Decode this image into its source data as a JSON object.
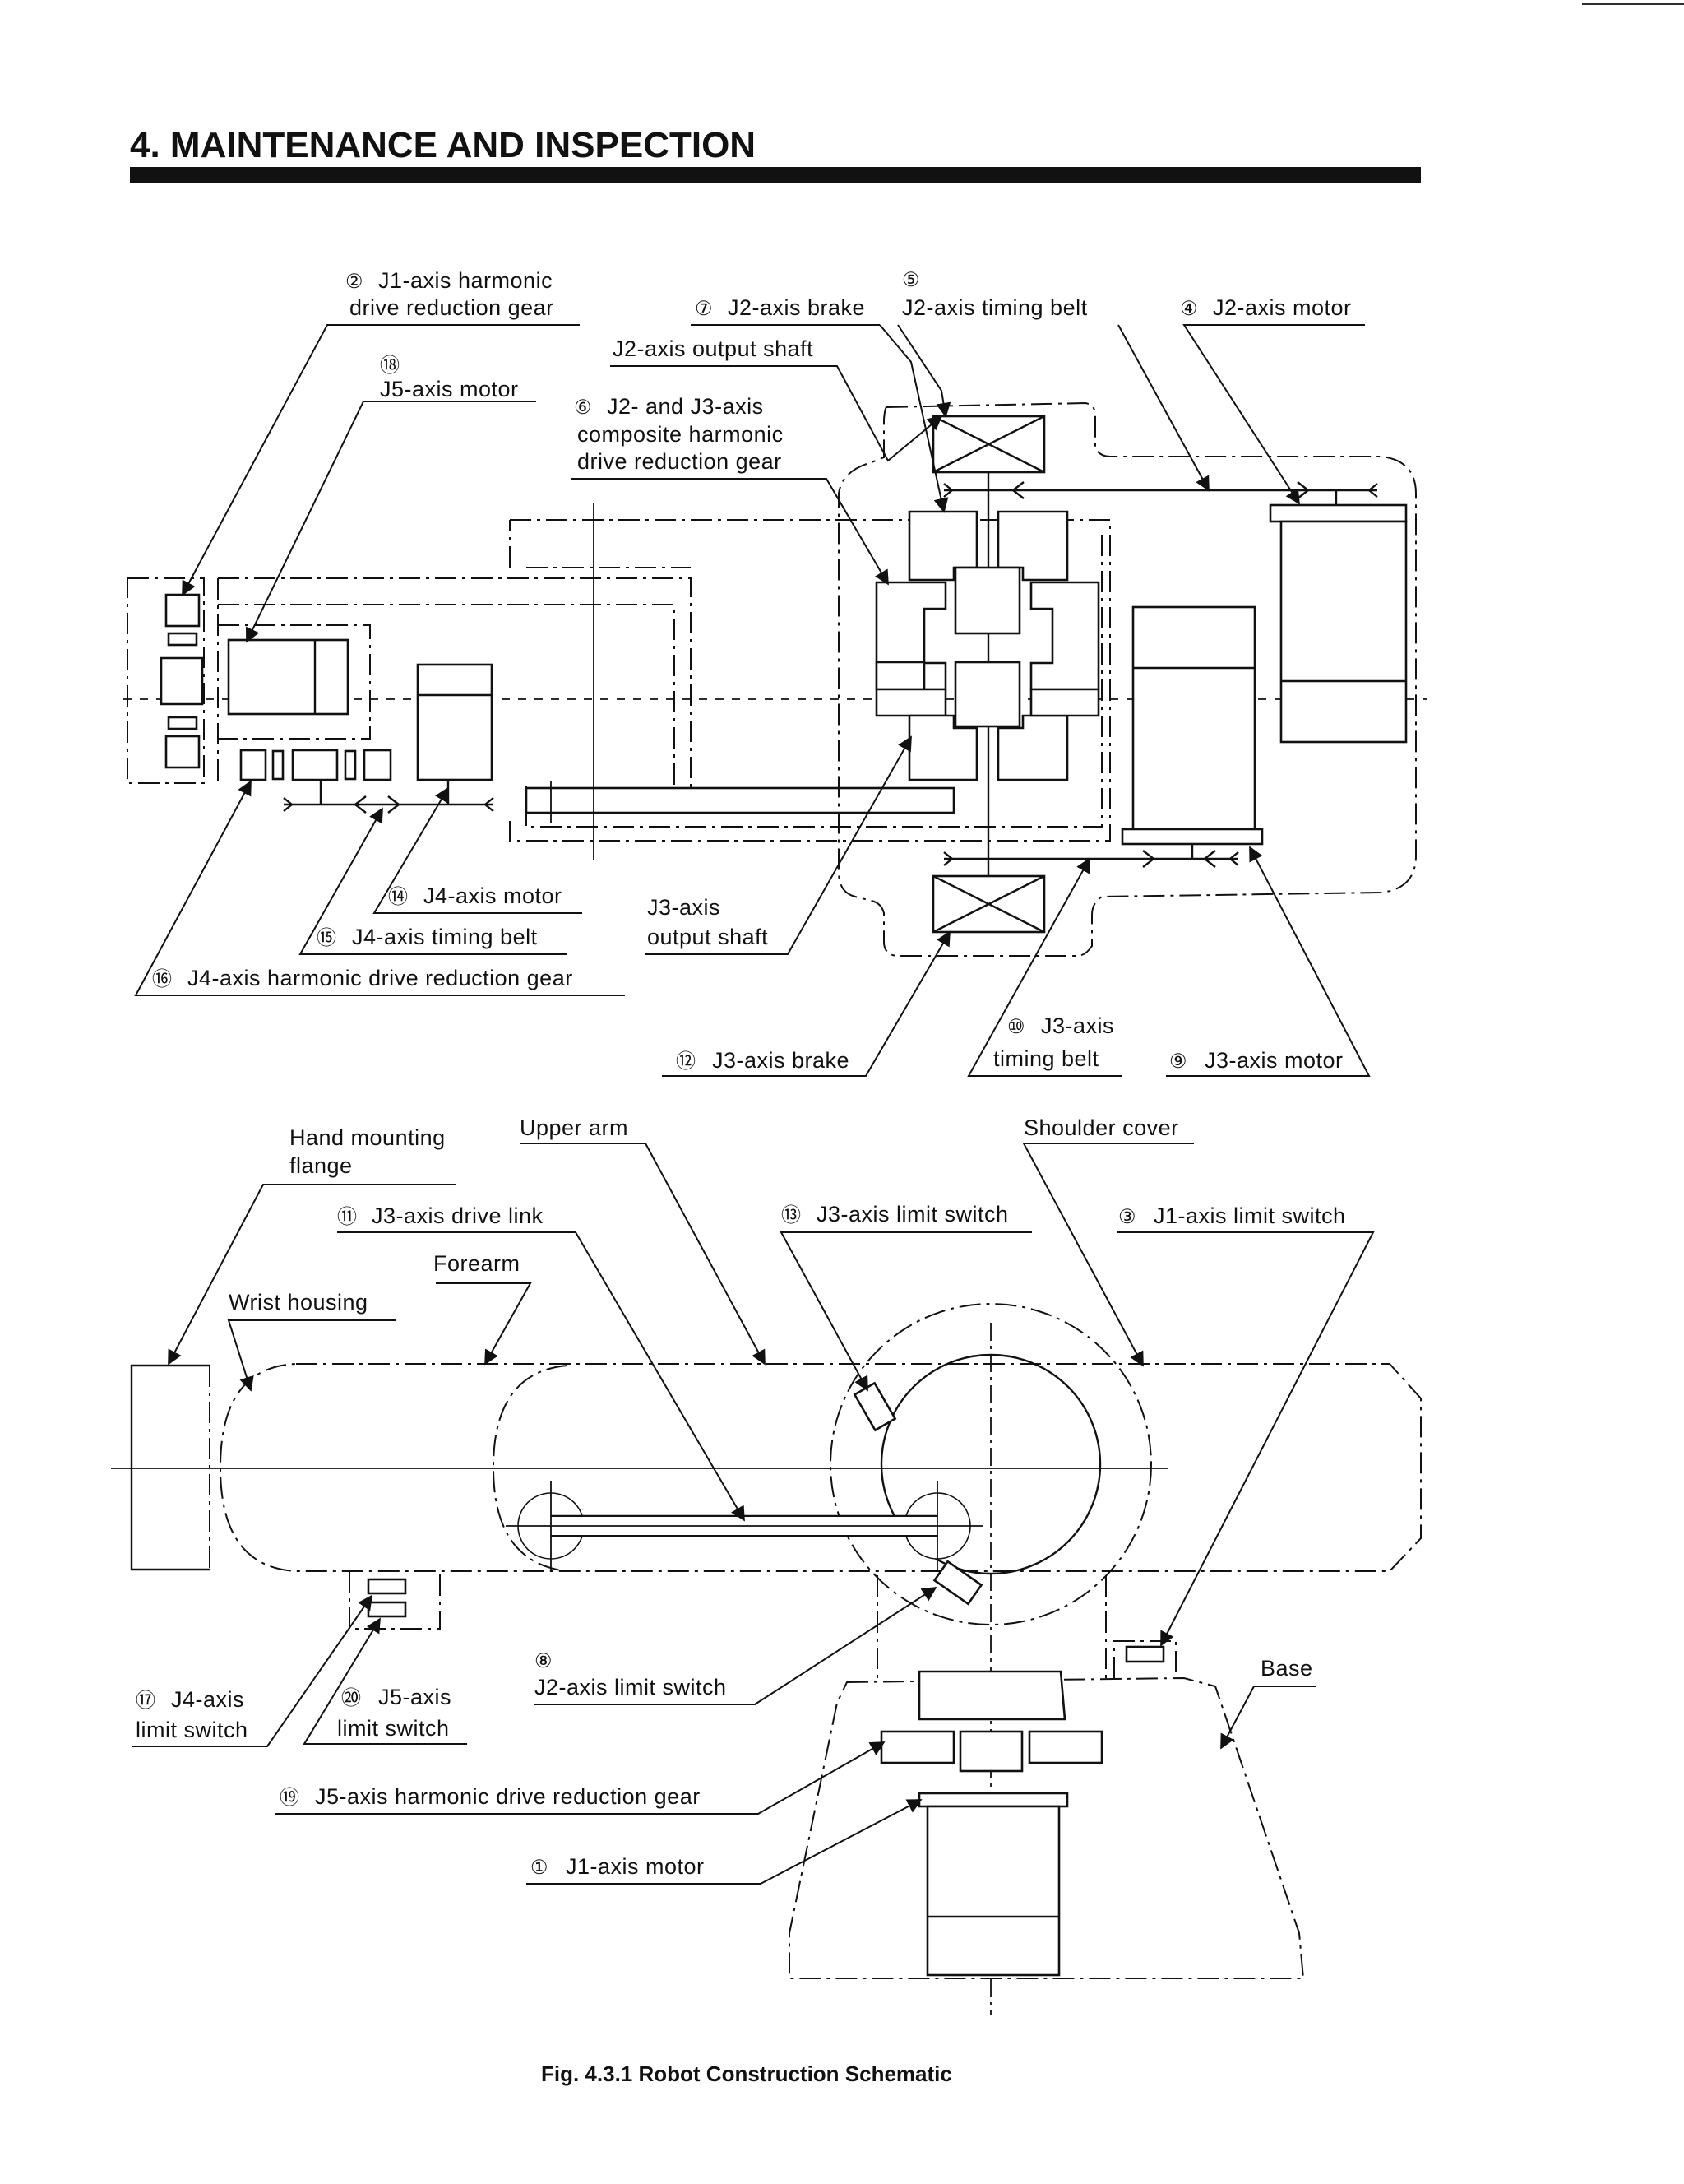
{
  "header": {
    "section_title": "4. MAINTENANCE AND INSPECTION"
  },
  "figure": {
    "caption": "Fig. 4.3.1 Robot Construction Schematic"
  },
  "top_view": {
    "labels": {
      "j1_harmonic_line1": "J1-axis harmonic",
      "j1_harmonic_line2": "drive reduction gear",
      "j5_motor": "J5-axis motor",
      "j2_brake": "J2-axis brake",
      "j2_timing_belt": "J2-axis timing belt",
      "j2_motor": "J2-axis motor",
      "j2_output_shaft": "J2-axis output shaft",
      "composite_line1": "J2- and J3-axis",
      "composite_line2": "composite harmonic",
      "composite_line3": "drive reduction gear",
      "j4_motor": "J4-axis motor",
      "j4_timing_belt": "J4-axis timing belt",
      "j4_harmonic": "J4-axis harmonic drive reduction gear",
      "j3_output_line1": "J3-axis",
      "j3_output_line2": "output shaft",
      "j3_brake": "J3-axis brake",
      "j3_timing_line1": "J3-axis",
      "j3_timing_line2": "timing belt",
      "j3_motor": "J3-axis motor"
    },
    "numbers": {
      "n2": "②",
      "n18": "⑱",
      "n7": "⑦",
      "n5": "⑤",
      "n4": "④",
      "n6": "⑥",
      "n14": "⑭",
      "n15": "⑮",
      "n16": "⑯",
      "n12": "⑫",
      "n10": "⑩",
      "n9": "⑨"
    }
  },
  "side_view": {
    "labels": {
      "hand_flange_line1": "Hand mounting",
      "hand_flange_line2": "flange",
      "upper_arm": "Upper arm",
      "shoulder_cover": "Shoulder cover",
      "j3_drive_link": "J3-axis drive link",
      "j3_limit_switch": "J3-axis limit switch",
      "j1_limit_switch": "J1-axis limit switch",
      "forearm": "Forearm",
      "wrist_housing": "Wrist housing",
      "base": "Base",
      "j2_limit_switch": "J2-axis limit switch",
      "j4_limit_line1": "J4-axis",
      "j4_limit_line2": "limit switch",
      "j5_limit_line1": "J5-axis",
      "j5_limit_line2": "limit switch",
      "j5_harmonic": "J5-axis harmonic drive reduction gear",
      "j1_motor": "J1-axis motor"
    },
    "numbers": {
      "n11": "⑪",
      "n13": "⑬",
      "n3": "③",
      "n8": "⑧",
      "n17": "⑰",
      "n20": "⑳",
      "n19": "⑲",
      "n1": "①"
    }
  }
}
